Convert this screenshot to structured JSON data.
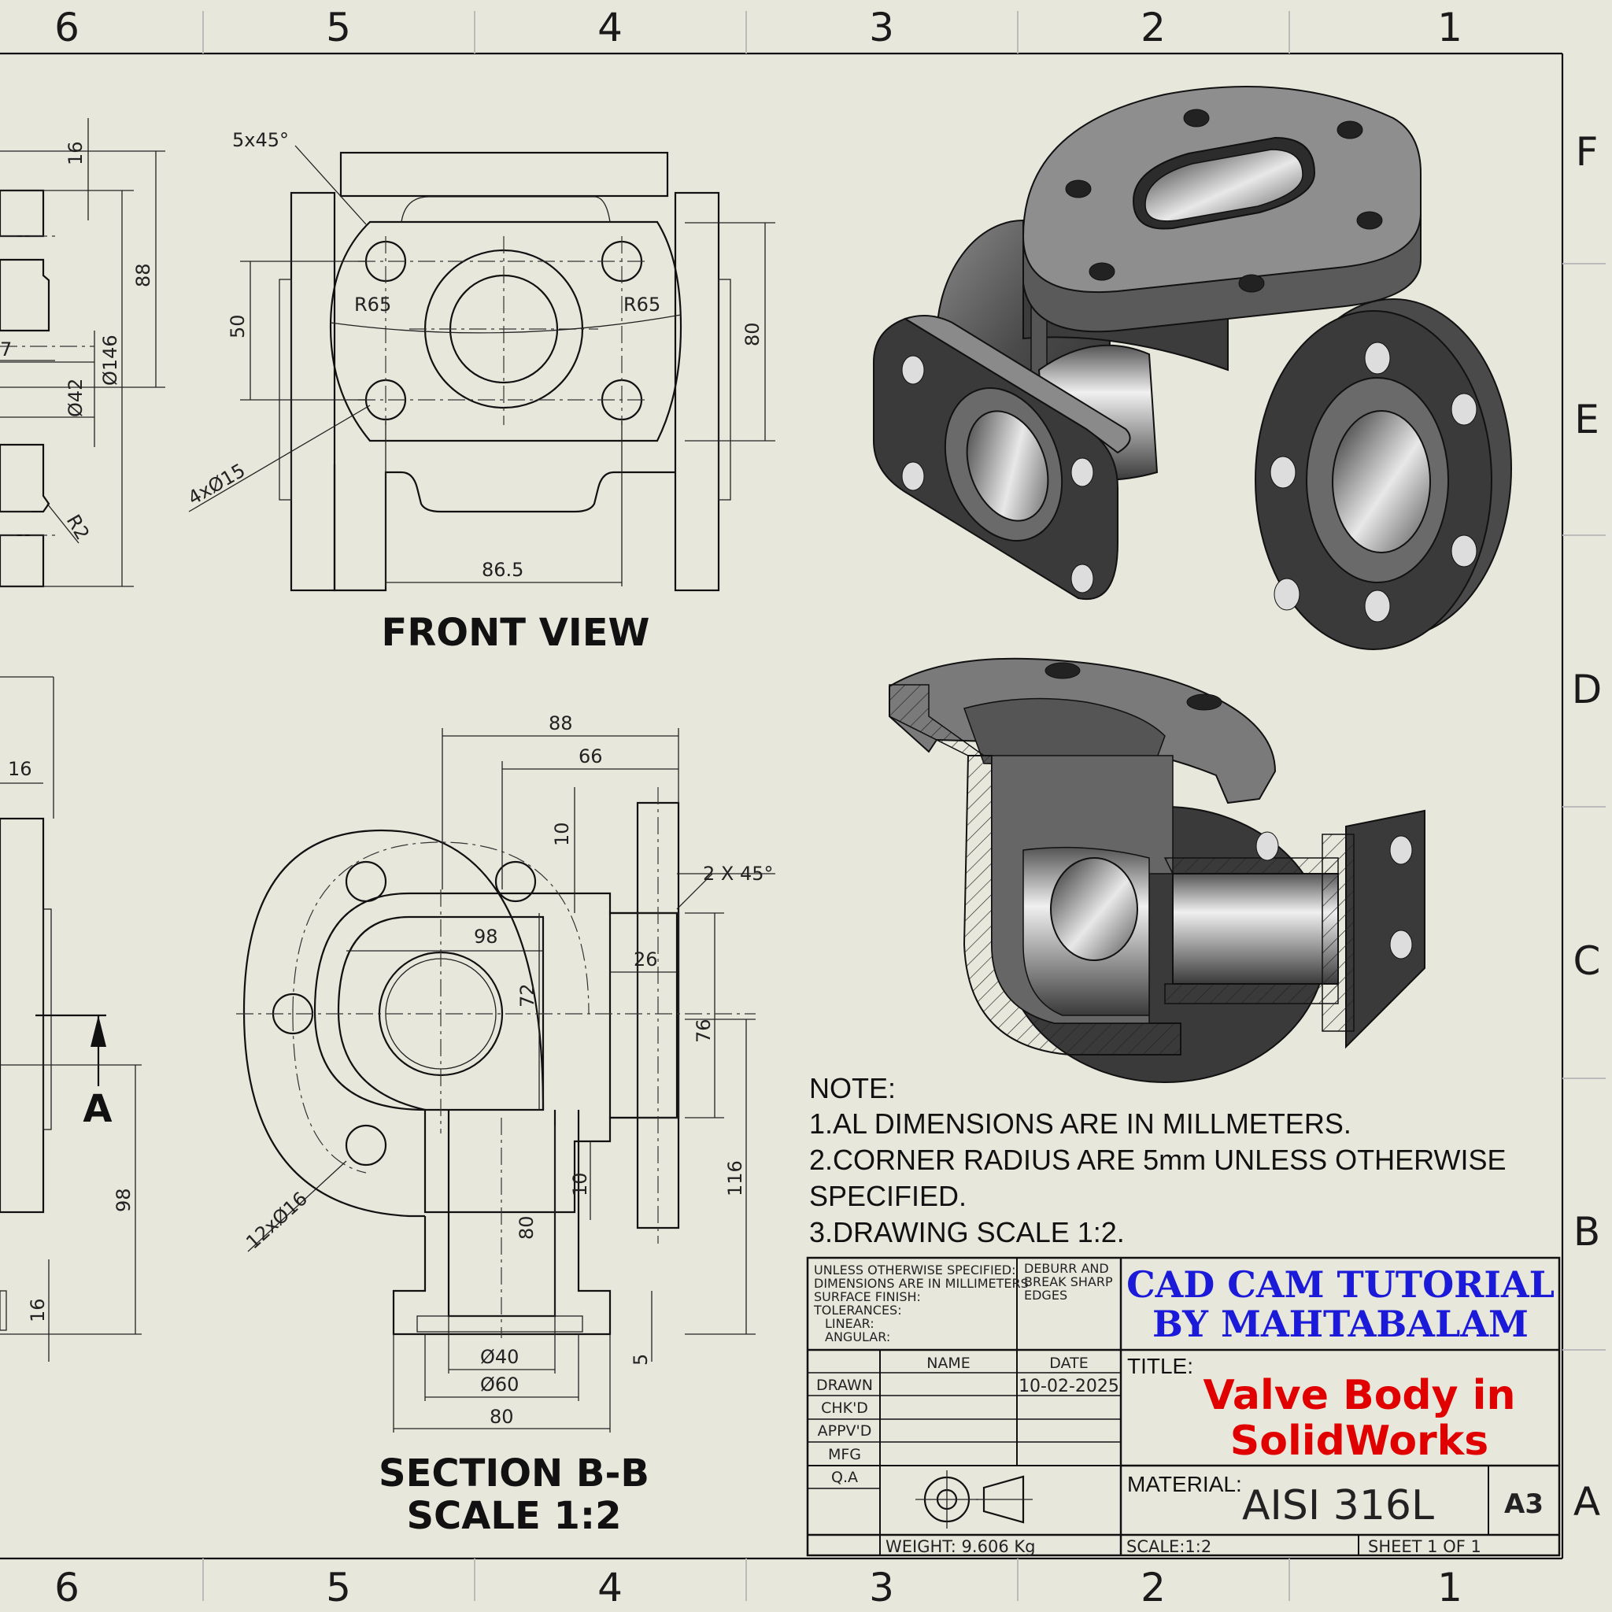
{
  "zones": {
    "columns": [
      "6",
      "5",
      "4",
      "3",
      "2",
      "1"
    ],
    "rows": [
      "F",
      "E",
      "D",
      "C",
      "B",
      "A"
    ]
  },
  "views": {
    "front_title": "FRONT VIEW",
    "section_title": "SECTION B-B",
    "section_scale": "SCALE 1:2",
    "section_marker": "A"
  },
  "dimensions": {
    "left_view": [
      "16",
      "88",
      "7",
      "Ø42",
      "Ø146",
      "R2"
    ],
    "front_view": [
      "5x45°",
      "R65",
      "R65",
      "50",
      "80",
      "4xØ15",
      "86.5"
    ],
    "side_lower": [
      "16",
      "98",
      "16"
    ],
    "section_view": [
      "88",
      "66",
      "10",
      "2 X 45°",
      "98",
      "26",
      "72",
      "76",
      "116",
      "12xØ16",
      "10",
      "80",
      "Ø40",
      "Ø60",
      "5",
      "80"
    ]
  },
  "notes": {
    "heading": "NOTE:",
    "items": [
      "1.AL DIMENSIONS ARE IN MILLMETERS.",
      "2.CORNER RADIUS ARE 5mm UNLESS OTHERWISE",
      "SPECIFIED.",
      "3.DRAWING SCALE 1:2."
    ]
  },
  "title_block": {
    "spec_lines": [
      "UNLESS OTHERWISE SPECIFIED:",
      "DIMENSIONS ARE IN MILLIMETERS",
      "SURFACE FINISH:",
      "TOLERANCES:",
      "LINEAR:",
      "ANGULAR:"
    ],
    "deburr_lines": [
      "DEBURR AND",
      "BREAK SHARP",
      "EDGES"
    ],
    "brand_line1": "CAD CAM TUTORIAL",
    "brand_line2": "BY MAHTABALAM",
    "name_header": "NAME",
    "date_header": "DATE",
    "rows": [
      "DRAWN",
      "CHK'D",
      "APPV'D",
      "MFG",
      "Q.A"
    ],
    "drawn_date": "10-02-2025",
    "title_label": "TITLE:",
    "title_line1": "Valve Body in",
    "title_line2": "SolidWorks",
    "material_label": "MATERIAL:",
    "material_value": "AISI 316L",
    "size": "A3",
    "weight": "WEIGHT: 9.606 Kg",
    "scale": "SCALE:1:2",
    "sheet": "SHEET 1 OF 1"
  },
  "colors": {
    "paper": "#e8e7dc",
    "brand_blue": "#1a1ad8",
    "title_red": "#e00000"
  }
}
